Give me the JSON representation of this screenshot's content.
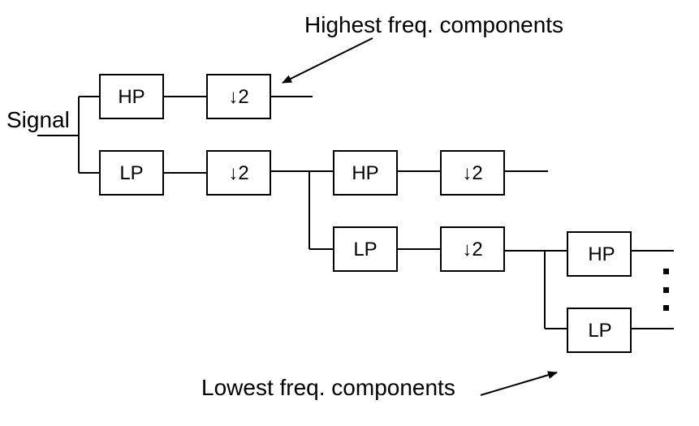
{
  "signal_label": "Signal",
  "top_annotation": "Highest freq. components",
  "bottom_annotation": "Lowest freq. components",
  "blocks": {
    "hp1": "HP",
    "ds1_top": "↓2",
    "lp1": "LP",
    "ds1_bottom": "↓2",
    "hp2": "HP",
    "ds2_top": "↓2",
    "lp2": "LP",
    "ds2_bottom": "↓2",
    "hp3": "HP",
    "lp3": "LP"
  },
  "continuation_symbol": "vertical-dots"
}
